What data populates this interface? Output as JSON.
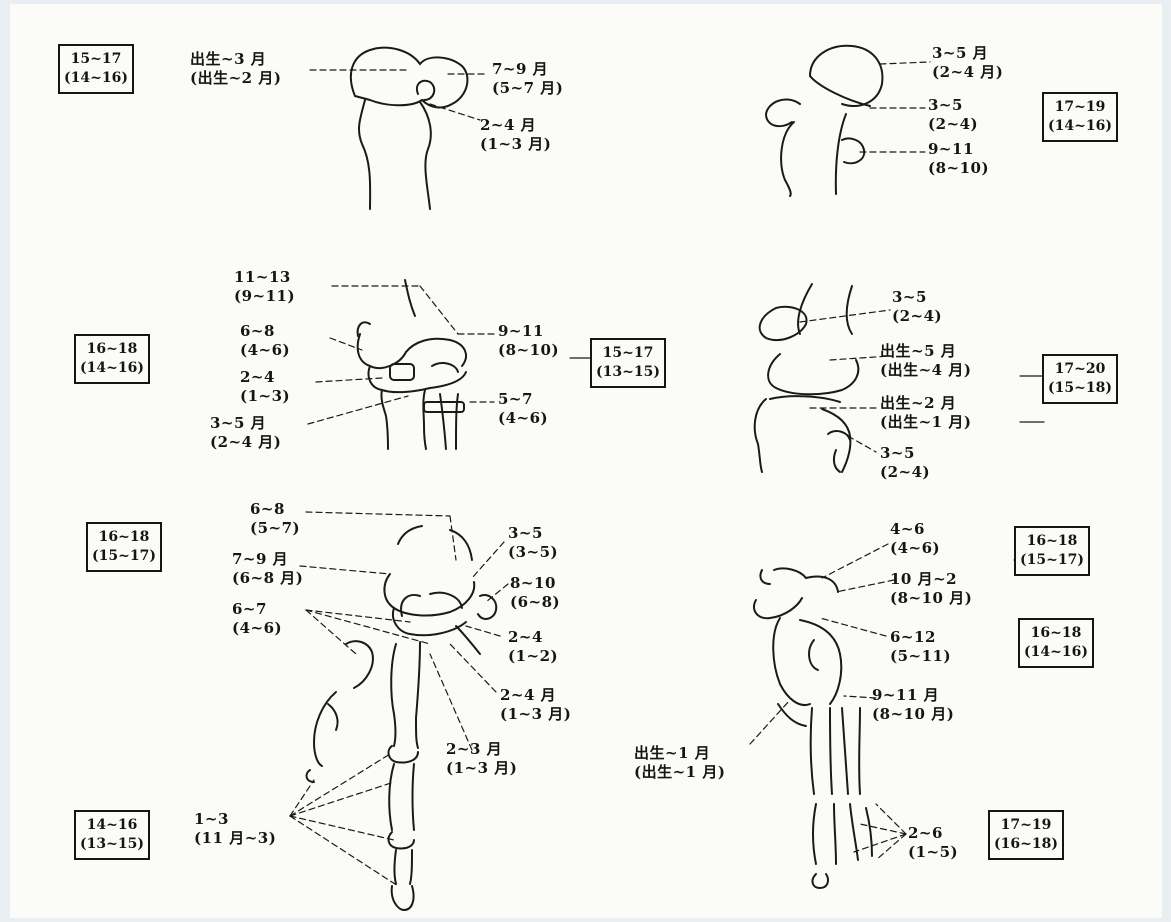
{
  "panels": {
    "p1": {
      "box": [
        "15~17",
        "(14~16)"
      ],
      "labels": [
        [
          "出生~3 月",
          "(出生~2 月)"
        ],
        [
          "7~9 月",
          "(5~7 月)"
        ],
        [
          "2~4 月",
          "(1~3 月)"
        ]
      ]
    },
    "p2": {
      "box": [
        "17~19",
        "(14~16)"
      ],
      "labels": [
        [
          "3~5 月",
          "(2~4 月)"
        ],
        [
          "3~5",
          "(2~4)"
        ],
        [
          "9~11",
          "(8~10)"
        ]
      ]
    },
    "p3": {
      "box_left": [
        "16~18",
        "(14~16)"
      ],
      "box_right": [
        "15~17",
        "(13~15)"
      ],
      "labels": [
        [
          "11~13",
          "(9~11)"
        ],
        [
          "6~8",
          "(4~6)"
        ],
        [
          "2~4",
          "(1~3)"
        ],
        [
          "3~5 月",
          "(2~4 月)"
        ],
        [
          "9~11",
          "(8~10)"
        ],
        [
          "5~7",
          "(4~6)"
        ]
      ]
    },
    "p4": {
      "box": [
        "17~20",
        "(15~18)"
      ],
      "labels": [
        [
          "3~5",
          "(2~4)"
        ],
        [
          "出生~5 月",
          "(出生~4 月)"
        ],
        [
          "出生~2 月",
          "(出生~1 月)"
        ],
        [
          "3~5",
          "(2~4)"
        ]
      ]
    },
    "p5": {
      "box_top": [
        "16~18",
        "(15~17)"
      ],
      "box_bottom": [
        "14~16",
        "(13~15)"
      ],
      "labels": [
        [
          "6~8",
          "(5~7)"
        ],
        [
          "7~9 月",
          "(6~8 月)"
        ],
        [
          "6~7",
          "(4~6)"
        ],
        [
          "3~5",
          "(3~5)"
        ],
        [
          "8~10",
          "(6~8)"
        ],
        [
          "2~4",
          "(1~2)"
        ],
        [
          "2~4 月",
          "(1~3 月)"
        ],
        [
          "2~3 月",
          "(1~3 月)"
        ],
        [
          "1~3",
          "(11 月~3)"
        ]
      ]
    },
    "p6": {
      "box_1": [
        "16~18",
        "(15~17)"
      ],
      "box_2": [
        "16~18",
        "(14~16)"
      ],
      "box_3": [
        "17~19",
        "(16~18)"
      ],
      "labels": [
        [
          "4~6",
          "(4~6)"
        ],
        [
          "10 月~2",
          "(8~10 月)"
        ],
        [
          "6~12",
          "(5~11)"
        ],
        [
          "9~11 月",
          "(8~10 月)"
        ],
        [
          "出生~1 月",
          "(出生~1 月)"
        ],
        [
          "2~6",
          "(1~5)"
        ]
      ]
    }
  }
}
